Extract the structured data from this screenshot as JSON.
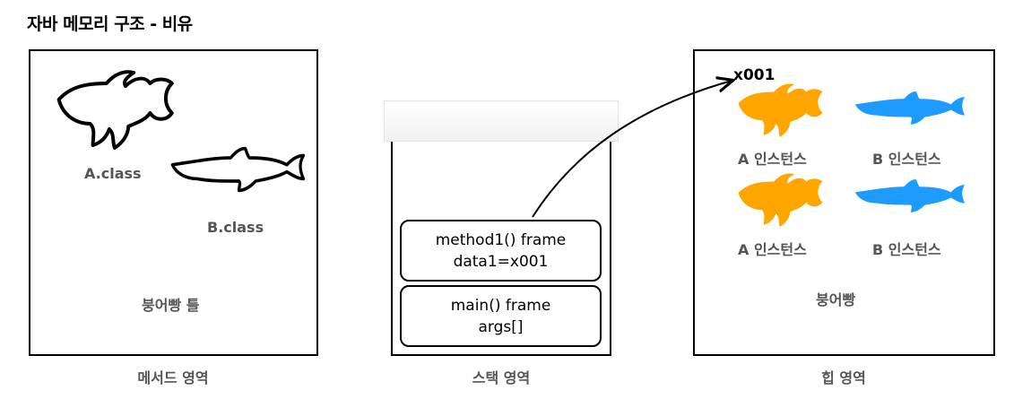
{
  "title": "자바 메모리 구조 - 비유",
  "method_area": {
    "class_a": "A.class",
    "class_b": "B.class",
    "mold": "붕어빵 틀",
    "caption": "메서드 영역"
  },
  "stack_area": {
    "frames": [
      {
        "line1": "method1() frame",
        "line2": "data1=x001"
      },
      {
        "line1": "main() frame",
        "line2": "args[]"
      }
    ],
    "caption": "스택 영역"
  },
  "heap_area": {
    "address": "x001",
    "instances": [
      {
        "label": "A 인스턴스",
        "color": "#FFA500",
        "kind": "goldfish"
      },
      {
        "label": "B 인스턴스",
        "color": "#1E9BFF",
        "kind": "slim-fish"
      },
      {
        "label": "A 인스턴스",
        "color": "#FFA500",
        "kind": "goldfish"
      },
      {
        "label": "B 인스턴스",
        "color": "#1E9BFF",
        "kind": "slim-fish"
      }
    ],
    "bread": "붕어빵",
    "caption": "힙 영역"
  },
  "colors": {
    "a_instance": "#FFA500",
    "b_instance": "#1E9BFF",
    "outline": "#000000"
  }
}
